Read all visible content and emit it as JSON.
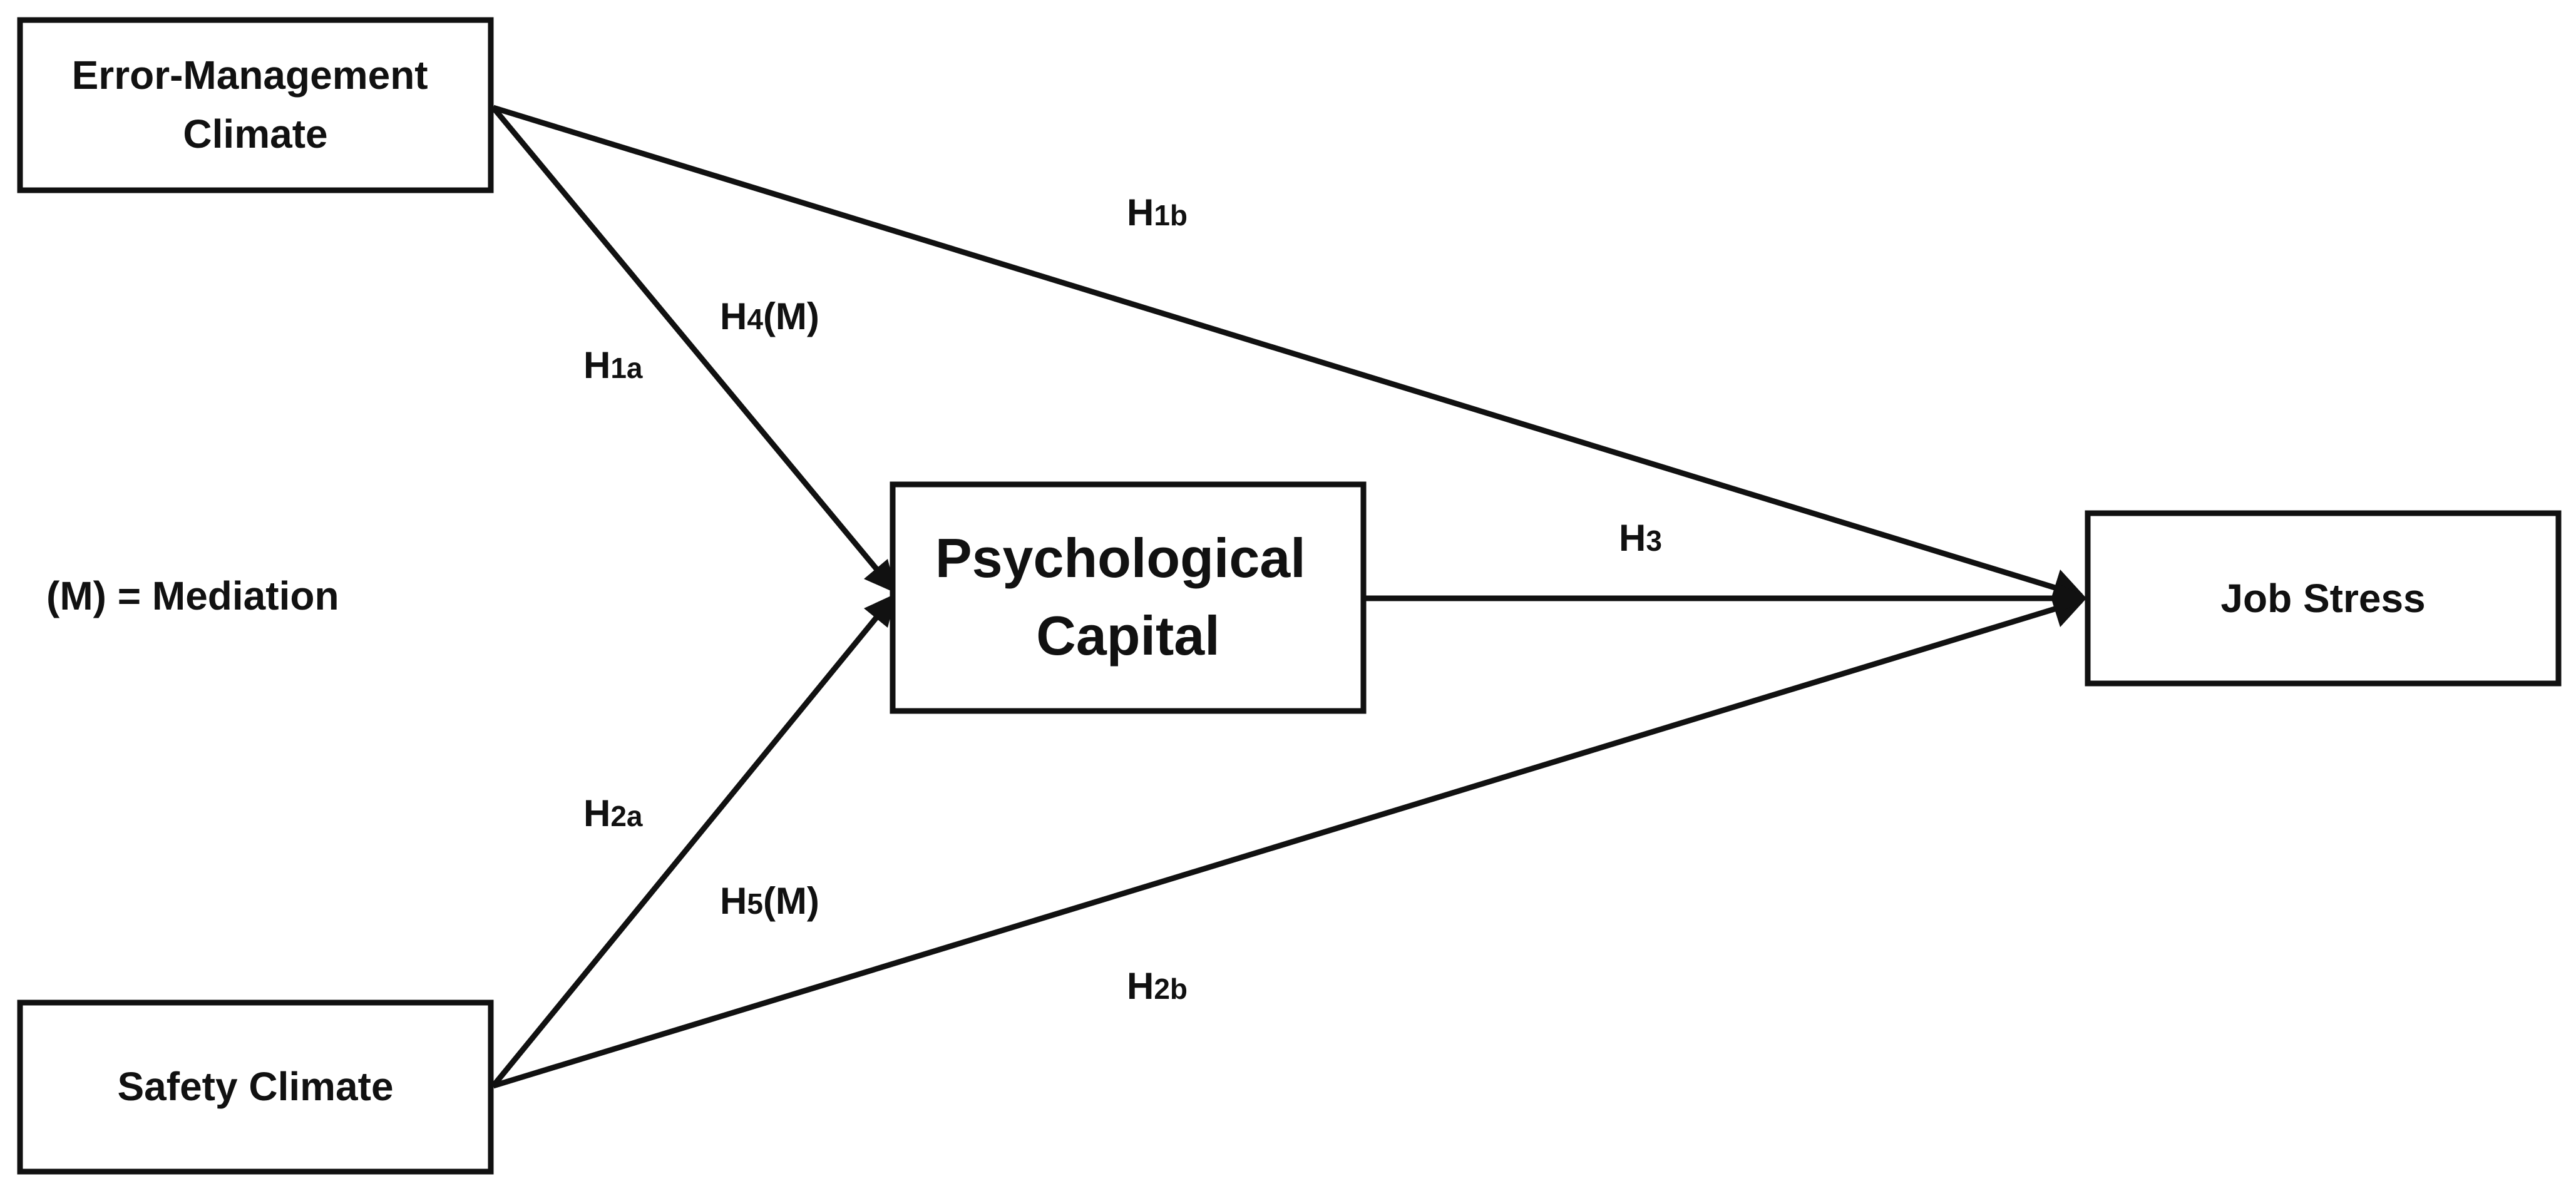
{
  "nodes": {
    "error_management": {
      "line1": "Error-Management",
      "line2": "Climate"
    },
    "safety": {
      "label": "Safety Climate"
    },
    "psycap": {
      "line1": "Psychological",
      "line2": "Capital"
    },
    "job_stress": {
      "label": "Job Stress"
    }
  },
  "hypotheses": {
    "h1a": {
      "letter": "H",
      "sub": "1a"
    },
    "h1b": {
      "letter": "H",
      "sub": "1b"
    },
    "h2a": {
      "letter": "H",
      "sub": "2a"
    },
    "h2b": {
      "letter": "H",
      "sub": "2b"
    },
    "h3": {
      "letter": "H",
      "sub": "3"
    },
    "h4": {
      "letter": "H",
      "sub": "4",
      "suffix": "(M)"
    },
    "h5": {
      "letter": "H",
      "sub": "5",
      "suffix": "(M)"
    }
  },
  "legend": {
    "mediation": "(M) = Mediation"
  },
  "colors": {
    "stroke": "#111111",
    "background": "#ffffff"
  }
}
